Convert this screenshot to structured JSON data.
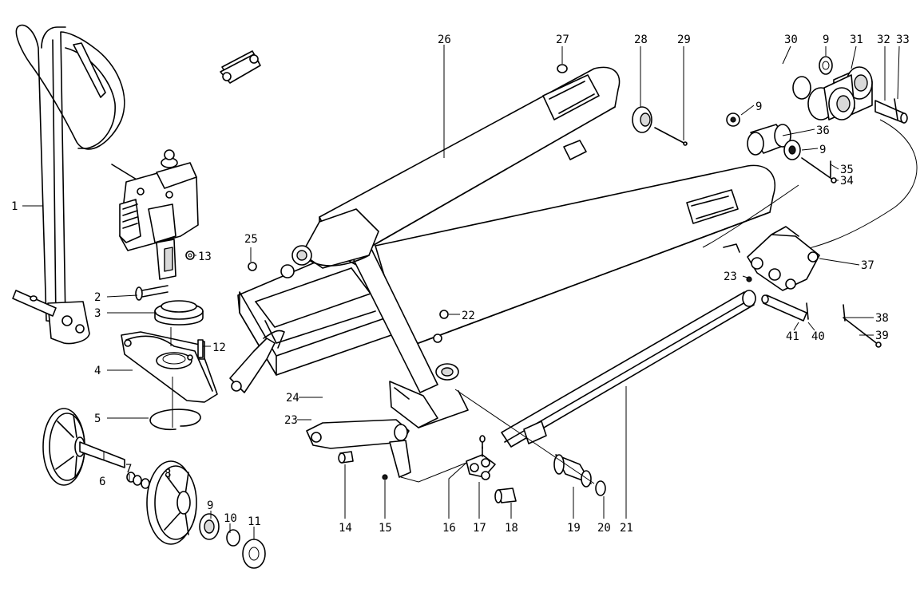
{
  "diagram": {
    "callouts": [
      {
        "id": "1",
        "label": "1"
      },
      {
        "id": "2",
        "label": "2"
      },
      {
        "id": "3",
        "label": "3"
      },
      {
        "id": "4",
        "label": "4"
      },
      {
        "id": "5",
        "label": "5"
      },
      {
        "id": "6",
        "label": "6"
      },
      {
        "id": "7",
        "label": "7"
      },
      {
        "id": "8",
        "label": "8"
      },
      {
        "id": "9a",
        "label": "9"
      },
      {
        "id": "10",
        "label": "10"
      },
      {
        "id": "11",
        "label": "11"
      },
      {
        "id": "12",
        "label": "12"
      },
      {
        "id": "13",
        "label": "13"
      },
      {
        "id": "14",
        "label": "14"
      },
      {
        "id": "15",
        "label": "15"
      },
      {
        "id": "16",
        "label": "16"
      },
      {
        "id": "17",
        "label": "17"
      },
      {
        "id": "18",
        "label": "18"
      },
      {
        "id": "19",
        "label": "19"
      },
      {
        "id": "20",
        "label": "20"
      },
      {
        "id": "21",
        "label": "21"
      },
      {
        "id": "22",
        "label": "22"
      },
      {
        "id": "23a",
        "label": "23"
      },
      {
        "id": "23b",
        "label": "23"
      },
      {
        "id": "24",
        "label": "24"
      },
      {
        "id": "25",
        "label": "25"
      },
      {
        "id": "26",
        "label": "26"
      },
      {
        "id": "27",
        "label": "27"
      },
      {
        "id": "28",
        "label": "28"
      },
      {
        "id": "29",
        "label": "29"
      },
      {
        "id": "30",
        "label": "30"
      },
      {
        "id": "9b",
        "label": "9"
      },
      {
        "id": "31",
        "label": "31"
      },
      {
        "id": "32",
        "label": "32"
      },
      {
        "id": "33",
        "label": "33"
      },
      {
        "id": "9c",
        "label": "9"
      },
      {
        "id": "36",
        "label": "36"
      },
      {
        "id": "9d",
        "label": "9"
      },
      {
        "id": "35",
        "label": "35"
      },
      {
        "id": "34",
        "label": "34"
      },
      {
        "id": "37",
        "label": "37"
      },
      {
        "id": "38",
        "label": "38"
      },
      {
        "id": "39",
        "label": "39"
      },
      {
        "id": "40",
        "label": "40"
      },
      {
        "id": "41",
        "label": "41"
      }
    ]
  }
}
